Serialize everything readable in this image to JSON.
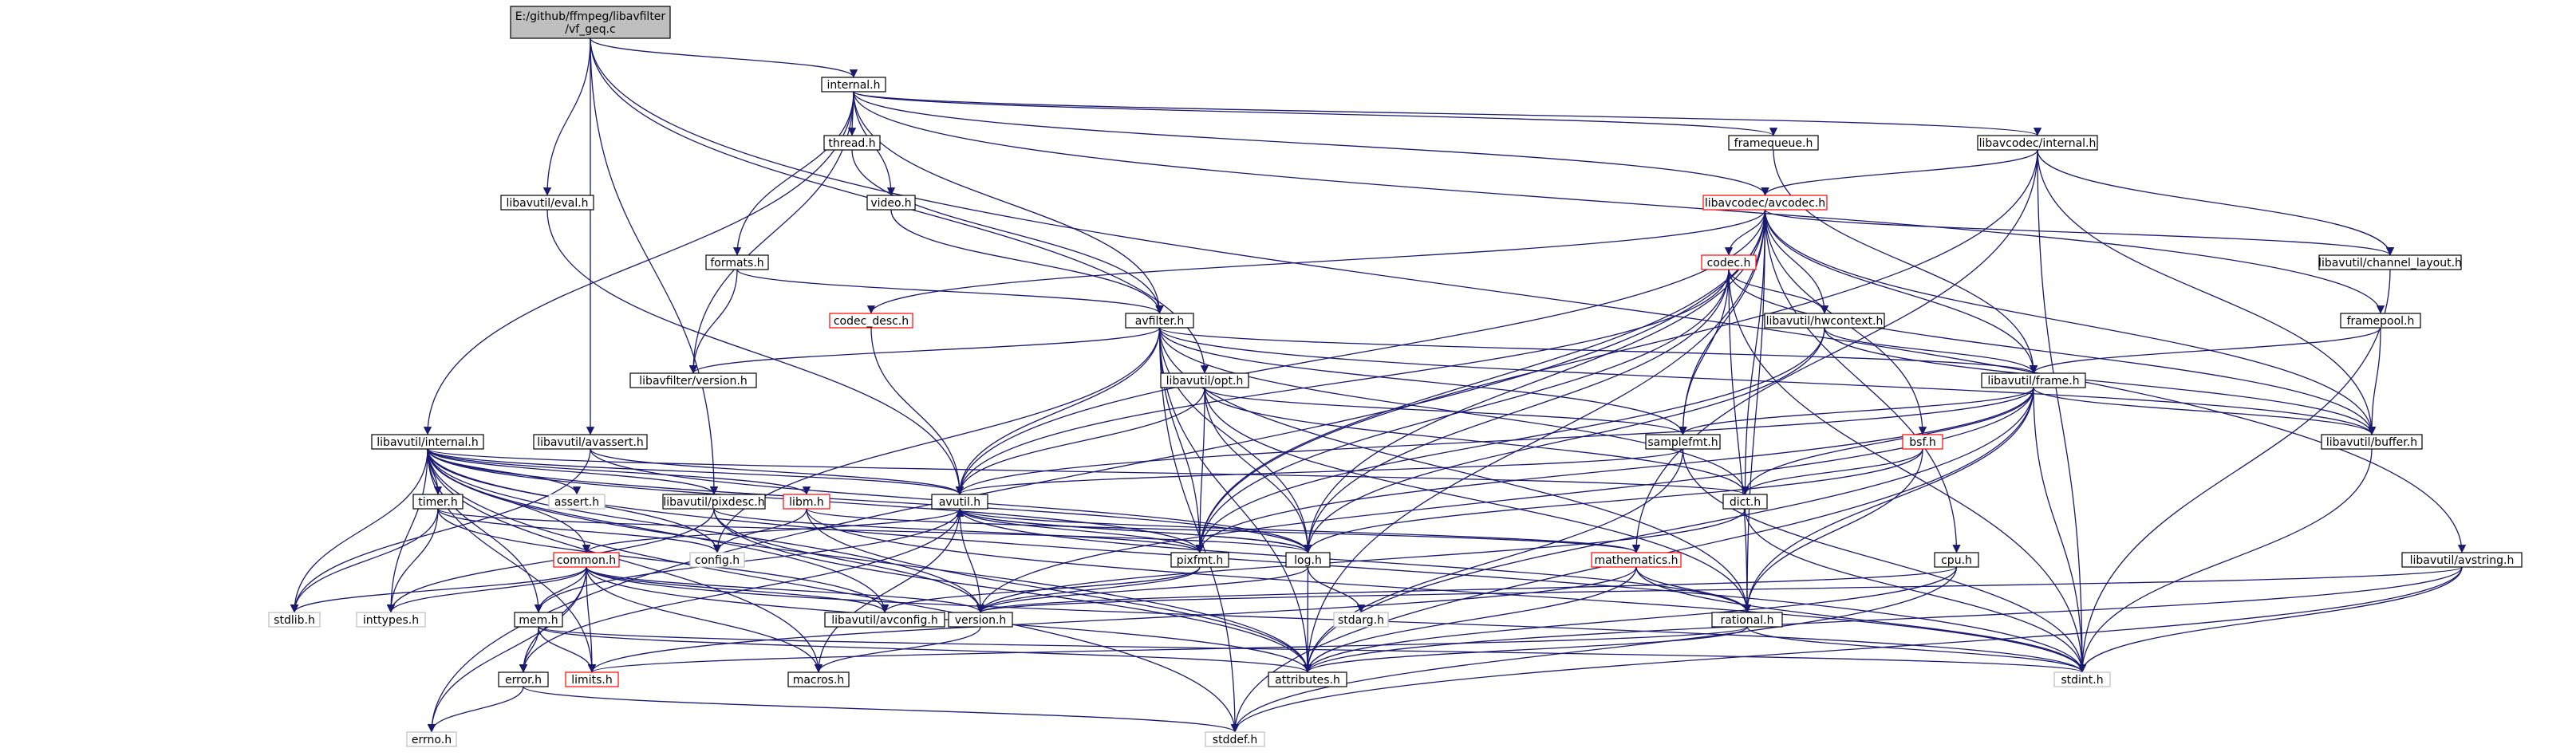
{
  "colors": {
    "edge": "#191970",
    "root_fill": "#bfbfbf",
    "box_normal": "#000000",
    "box_missing": "#ff0000",
    "box_external": "#bfbfbf",
    "label": "#000000"
  },
  "nodes": [
    {
      "id": "root",
      "lines": [
        "E:/github/ffmpeg/libavfilter",
        "/vf_geq.c"
      ],
      "kind": "root"
    },
    {
      "id": "internal_h",
      "lines": [
        "internal.h"
      ],
      "kind": "normal"
    },
    {
      "id": "thread_h",
      "lines": [
        "thread.h"
      ],
      "kind": "normal"
    },
    {
      "id": "video_h",
      "lines": [
        "video.h"
      ],
      "kind": "normal"
    },
    {
      "id": "formats_h",
      "lines": [
        "formats.h"
      ],
      "kind": "normal"
    },
    {
      "id": "libavutil_eval_h",
      "lines": [
        "libavutil/eval.h"
      ],
      "kind": "normal"
    },
    {
      "id": "framequeue_h",
      "lines": [
        "framequeue.h"
      ],
      "kind": "normal"
    },
    {
      "id": "libavcodec_internal_h",
      "lines": [
        "libavcodec/internal.h"
      ],
      "kind": "normal"
    },
    {
      "id": "libavcodec_avcodec_h",
      "lines": [
        "libavcodec/avcodec.h"
      ],
      "kind": "missing"
    },
    {
      "id": "codec_h",
      "lines": [
        "codec.h"
      ],
      "kind": "missing"
    },
    {
      "id": "codec_desc_h",
      "lines": [
        "codec_desc.h"
      ],
      "kind": "missing"
    },
    {
      "id": "avfilter_h",
      "lines": [
        "avfilter.h"
      ],
      "kind": "normal"
    },
    {
      "id": "libavutil_hwcontext_h",
      "lines": [
        "libavutil/hwcontext.h"
      ],
      "kind": "normal"
    },
    {
      "id": "libavutil_channel_layout_h",
      "lines": [
        "libavutil/channel_layout.h"
      ],
      "kind": "normal"
    },
    {
      "id": "framepool_h",
      "lines": [
        "framepool.h"
      ],
      "kind": "normal"
    },
    {
      "id": "libavfilter_version_h",
      "lines": [
        "libavfilter/version.h"
      ],
      "kind": "normal"
    },
    {
      "id": "libavutil_opt_h",
      "lines": [
        "libavutil/opt.h"
      ],
      "kind": "normal"
    },
    {
      "id": "libavutil_frame_h",
      "lines": [
        "libavutil/frame.h"
      ],
      "kind": "normal"
    },
    {
      "id": "libavutil_internal_h",
      "lines": [
        "libavutil/internal.h"
      ],
      "kind": "normal"
    },
    {
      "id": "libavutil_avassert_h",
      "lines": [
        "libavutil/avassert.h"
      ],
      "kind": "normal"
    },
    {
      "id": "samplefmt_h",
      "lines": [
        "samplefmt.h"
      ],
      "kind": "normal"
    },
    {
      "id": "bsf_h",
      "lines": [
        "bsf.h"
      ],
      "kind": "missing"
    },
    {
      "id": "libavutil_buffer_h",
      "lines": [
        "libavutil/buffer.h"
      ],
      "kind": "normal"
    },
    {
      "id": "timer_h",
      "lines": [
        "timer.h"
      ],
      "kind": "normal"
    },
    {
      "id": "assert_h",
      "lines": [
        "assert.h"
      ],
      "kind": "external"
    },
    {
      "id": "libavutil_pixdesc_h",
      "lines": [
        "libavutil/pixdesc.h"
      ],
      "kind": "normal"
    },
    {
      "id": "libm_h",
      "lines": [
        "libm.h"
      ],
      "kind": "missing"
    },
    {
      "id": "avutil_h",
      "lines": [
        "avutil.h"
      ],
      "kind": "normal"
    },
    {
      "id": "dict_h",
      "lines": [
        "dict.h"
      ],
      "kind": "normal"
    },
    {
      "id": "config_h",
      "lines": [
        "config.h"
      ],
      "kind": "external"
    },
    {
      "id": "pixfmt_h",
      "lines": [
        "pixfmt.h"
      ],
      "kind": "normal"
    },
    {
      "id": "log_h",
      "lines": [
        "log.h"
      ],
      "kind": "normal"
    },
    {
      "id": "mathematics_h",
      "lines": [
        "mathematics.h"
      ],
      "kind": "missing"
    },
    {
      "id": "cpu_h",
      "lines": [
        "cpu.h"
      ],
      "kind": "normal"
    },
    {
      "id": "libavutil_avstring_h",
      "lines": [
        "libavutil/avstring.h"
      ],
      "kind": "normal"
    },
    {
      "id": "common_h",
      "lines": [
        "common.h"
      ],
      "kind": "missing"
    },
    {
      "id": "stdlib_h",
      "lines": [
        "stdlib.h"
      ],
      "kind": "external"
    },
    {
      "id": "inttypes_h",
      "lines": [
        "inttypes.h"
      ],
      "kind": "external"
    },
    {
      "id": "libavutil_avconfig_h",
      "lines": [
        "libavutil/avconfig.h"
      ],
      "kind": "normal"
    },
    {
      "id": "version_h",
      "lines": [
        "version.h"
      ],
      "kind": "normal"
    },
    {
      "id": "stdarg_h",
      "lines": [
        "stdarg.h"
      ],
      "kind": "external"
    },
    {
      "id": "rational_h",
      "lines": [
        "rational.h"
      ],
      "kind": "normal"
    },
    {
      "id": "mem_h",
      "lines": [
        "mem.h"
      ],
      "kind": "normal"
    },
    {
      "id": "error_h",
      "lines": [
        "error.h"
      ],
      "kind": "normal"
    },
    {
      "id": "limits_h",
      "lines": [
        "limits.h"
      ],
      "kind": "missing"
    },
    {
      "id": "macros_h",
      "lines": [
        "macros.h"
      ],
      "kind": "normal"
    },
    {
      "id": "attributes_h",
      "lines": [
        "attributes.h"
      ],
      "kind": "normal"
    },
    {
      "id": "stdint_h",
      "lines": [
        "stdint.h"
      ],
      "kind": "external"
    },
    {
      "id": "errno_h",
      "lines": [
        "errno.h"
      ],
      "kind": "external"
    },
    {
      "id": "stddef_h",
      "lines": [
        "stddef.h"
      ],
      "kind": "external"
    }
  ],
  "edges": [
    [
      "root",
      "internal_h"
    ],
    [
      "root",
      "libavutil_eval_h"
    ],
    [
      "root",
      "libavutil_avassert_h"
    ],
    [
      "root",
      "libavutil_opt_h"
    ],
    [
      "root",
      "libavutil_pixdesc_h"
    ],
    [
      "root",
      "libavutil_avstring_h"
    ],
    [
      "internal_h",
      "thread_h"
    ],
    [
      "internal_h",
      "video_h"
    ],
    [
      "internal_h",
      "formats_h"
    ],
    [
      "internal_h",
      "framequeue_h"
    ],
    [
      "internal_h",
      "libavcodec_internal_h"
    ],
    [
      "internal_h",
      "libavcodec_avcodec_h"
    ],
    [
      "internal_h",
      "avfilter_h"
    ],
    [
      "internal_h",
      "libavfilter_version_h"
    ],
    [
      "internal_h",
      "libavutil_internal_h"
    ],
    [
      "internal_h",
      "framepool_h"
    ],
    [
      "thread_h",
      "avfilter_h"
    ],
    [
      "video_h",
      "avfilter_h"
    ],
    [
      "formats_h",
      "avfilter_h"
    ],
    [
      "formats_h",
      "libavfilter_version_h"
    ],
    [
      "libavutil_eval_h",
      "avutil_h"
    ],
    [
      "framequeue_h",
      "libavutil_frame_h"
    ],
    [
      "libavcodec_internal_h",
      "libavcodec_avcodec_h"
    ],
    [
      "libavcodec_internal_h",
      "libavutil_channel_layout_h"
    ],
    [
      "libavcodec_internal_h",
      "libavutil_buffer_h"
    ],
    [
      "libavcodec_internal_h",
      "mathematics_h"
    ],
    [
      "libavcodec_internal_h",
      "stdint_h"
    ],
    [
      "libavcodec_internal_h",
      "pixfmt_h"
    ],
    [
      "libavcodec_avcodec_h",
      "codec_h"
    ],
    [
      "libavcodec_avcodec_h",
      "codec_desc_h"
    ],
    [
      "libavcodec_avcodec_h",
      "libavutil_hwcontext_h"
    ],
    [
      "libavcodec_avcodec_h",
      "libavutil_channel_layout_h"
    ],
    [
      "libavcodec_avcodec_h",
      "libavutil_frame_h"
    ],
    [
      "libavcodec_avcodec_h",
      "libavutil_buffer_h"
    ],
    [
      "libavcodec_avcodec_h",
      "samplefmt_h"
    ],
    [
      "libavcodec_avcodec_h",
      "bsf_h"
    ],
    [
      "libavcodec_avcodec_h",
      "avutil_h"
    ],
    [
      "libavcodec_avcodec_h",
      "dict_h"
    ],
    [
      "libavcodec_avcodec_h",
      "pixfmt_h"
    ],
    [
      "libavcodec_avcodec_h",
      "log_h"
    ],
    [
      "libavcodec_avcodec_h",
      "rational_h"
    ],
    [
      "libavcodec_avcodec_h",
      "cpu_h"
    ],
    [
      "libavcodec_avcodec_h",
      "attributes_h"
    ],
    [
      "libavcodec_avcodec_h",
      "errno_h"
    ],
    [
      "codec_h",
      "libavutil_hwcontext_h"
    ],
    [
      "codec_h",
      "libavutil_buffer_h"
    ],
    [
      "codec_h",
      "samplefmt_h"
    ],
    [
      "codec_h",
      "avutil_h"
    ],
    [
      "codec_h",
      "pixfmt_h"
    ],
    [
      "codec_h",
      "log_h"
    ],
    [
      "codec_h",
      "rational_h"
    ],
    [
      "codec_h",
      "stdint_h"
    ],
    [
      "codec_desc_h",
      "avutil_h"
    ],
    [
      "avfilter_h",
      "libavfilter_version_h"
    ],
    [
      "avfilter_h",
      "libavutil_frame_h"
    ],
    [
      "avfilter_h",
      "samplefmt_h"
    ],
    [
      "avfilter_h",
      "avutil_h"
    ],
    [
      "avfilter_h",
      "dict_h"
    ],
    [
      "avfilter_h",
      "pixfmt_h"
    ],
    [
      "avfilter_h",
      "log_h"
    ],
    [
      "avfilter_h",
      "rational_h"
    ],
    [
      "avfilter_h",
      "attributes_h"
    ],
    [
      "avfilter_h",
      "libavutil_buffer_h"
    ],
    [
      "avfilter_h",
      "stddef_h"
    ],
    [
      "avfilter_h",
      "config_h"
    ],
    [
      "libavutil_hwcontext_h",
      "libavutil_frame_h"
    ],
    [
      "libavutil_hwcontext_h",
      "libavutil_buffer_h"
    ],
    [
      "libavutil_hwcontext_h",
      "log_h"
    ],
    [
      "libavutil_hwcontext_h",
      "pixfmt_h"
    ],
    [
      "libavutil_channel_layout_h",
      "stdint_h"
    ],
    [
      "framepool_h",
      "libavutil_frame_h"
    ],
    [
      "framepool_h",
      "libavutil_buffer_h"
    ],
    [
      "libavutil_opt_h",
      "samplefmt_h"
    ],
    [
      "libavutil_opt_h",
      "avutil_h"
    ],
    [
      "libavutil_opt_h",
      "dict_h"
    ],
    [
      "libavutil_opt_h",
      "pixfmt_h"
    ],
    [
      "libavutil_opt_h",
      "log_h"
    ],
    [
      "libavutil_opt_h",
      "rational_h"
    ],
    [
      "libavutil_frame_h",
      "libavutil_buffer_h"
    ],
    [
      "libavutil_frame_h",
      "samplefmt_h"
    ],
    [
      "libavutil_frame_h",
      "avutil_h"
    ],
    [
      "libavutil_frame_h",
      "dict_h"
    ],
    [
      "libavutil_frame_h",
      "pixfmt_h"
    ],
    [
      "libavutil_frame_h",
      "rational_h"
    ],
    [
      "libavutil_frame_h",
      "version_h"
    ],
    [
      "libavutil_frame_h",
      "stdint_h"
    ],
    [
      "libavutil_frame_h",
      "stddef_h"
    ],
    [
      "libavutil_frame_h",
      "attributes_h"
    ],
    [
      "libavutil_internal_h",
      "timer_h"
    ],
    [
      "libavutil_internal_h",
      "assert_h"
    ],
    [
      "libavutil_internal_h",
      "libavutil_pixdesc_h"
    ],
    [
      "libavutil_internal_h",
      "libm_h"
    ],
    [
      "libavutil_internal_h",
      "avutil_h"
    ],
    [
      "libavutil_internal_h",
      "dict_h"
    ],
    [
      "libavutil_internal_h",
      "config_h"
    ],
    [
      "libavutil_internal_h",
      "pixfmt_h"
    ],
    [
      "libavutil_internal_h",
      "log_h"
    ],
    [
      "libavutil_internal_h",
      "stdlib_h"
    ],
    [
      "libavutil_internal_h",
      "inttypes_h"
    ],
    [
      "libavutil_internal_h",
      "libavutil_avconfig_h"
    ],
    [
      "libavutil_internal_h",
      "version_h"
    ],
    [
      "libavutil_internal_h",
      "mem_h"
    ],
    [
      "libavutil_internal_h",
      "limits_h"
    ],
    [
      "libavutil_internal_h",
      "macros_h"
    ],
    [
      "libavutil_internal_h",
      "attributes_h"
    ],
    [
      "libavutil_internal_h",
      "stdint_h"
    ],
    [
      "libavutil_internal_h",
      "stddef_h"
    ],
    [
      "libavutil_internal_h",
      "common_h"
    ],
    [
      "libavutil_avassert_h",
      "avutil_h"
    ],
    [
      "libavutil_avassert_h",
      "log_h"
    ],
    [
      "libavutil_avassert_h",
      "stdlib_h"
    ],
    [
      "samplefmt_h",
      "avutil_h"
    ],
    [
      "samplefmt_h",
      "attributes_h"
    ],
    [
      "samplefmt_h",
      "stdint_h"
    ],
    [
      "bsf_h",
      "dict_h"
    ],
    [
      "bsf_h",
      "log_h"
    ],
    [
      "bsf_h",
      "rational_h"
    ],
    [
      "libavutil_buffer_h",
      "stdint_h"
    ],
    [
      "timer_h",
      "config_h"
    ],
    [
      "timer_h",
      "log_h"
    ],
    [
      "timer_h",
      "stdlib_h"
    ],
    [
      "timer_h",
      "inttypes_h"
    ],
    [
      "timer_h",
      "libavutil_avconfig_h"
    ],
    [
      "libavutil_pixdesc_h",
      "pixfmt_h"
    ],
    [
      "libavutil_pixdesc_h",
      "version_h"
    ],
    [
      "libavutil_pixdesc_h",
      "attributes_h"
    ],
    [
      "libavutil_pixdesc_h",
      "inttypes_h"
    ],
    [
      "libm_h",
      "config_h"
    ],
    [
      "libm_h",
      "attributes_h"
    ],
    [
      "libm_h",
      "mathematics_h"
    ],
    [
      "libm_h",
      "stdint_h"
    ],
    [
      "avutil_h",
      "common_h"
    ],
    [
      "avutil_h",
      "error_h"
    ],
    [
      "avutil_h",
      "version_h"
    ],
    [
      "avutil_h",
      "macros_h"
    ],
    [
      "avutil_h",
      "mathematics_h"
    ],
    [
      "avutil_h",
      "rational_h"
    ],
    [
      "avutil_h",
      "pixfmt_h"
    ],
    [
      "avutil_h",
      "log_h"
    ],
    [
      "dict_h",
      "stdint_h"
    ],
    [
      "dict_h",
      "version_h"
    ],
    [
      "pixfmt_h",
      "libavutil_avconfig_h"
    ],
    [
      "pixfmt_h",
      "version_h"
    ],
    [
      "log_h",
      "stdarg_h"
    ],
    [
      "log_h",
      "attributes_h"
    ],
    [
      "log_h",
      "version_h"
    ],
    [
      "log_h",
      "avutil_h"
    ],
    [
      "mathematics_h",
      "stdint_h"
    ],
    [
      "mathematics_h",
      "attributes_h"
    ],
    [
      "mathematics_h",
      "rational_h"
    ],
    [
      "mathematics_h",
      "limits_h"
    ],
    [
      "cpu_h",
      "attributes_h"
    ],
    [
      "cpu_h",
      "stddef_h"
    ],
    [
      "cpu_h",
      "version_h"
    ],
    [
      "libavutil_avstring_h",
      "stddef_h"
    ],
    [
      "libavutil_avstring_h",
      "stdint_h"
    ],
    [
      "libavutil_avstring_h",
      "attributes_h"
    ],
    [
      "libavutil_avstring_h",
      "version_h"
    ],
    [
      "common_h",
      "errno_h"
    ],
    [
      "common_h",
      "inttypes_h"
    ],
    [
      "common_h",
      "limits_h"
    ],
    [
      "common_h",
      "stdint_h"
    ],
    [
      "common_h",
      "stdlib_h"
    ],
    [
      "common_h",
      "attributes_h"
    ],
    [
      "common_h",
      "macros_h"
    ],
    [
      "common_h",
      "version_h"
    ],
    [
      "common_h",
      "libavutil_avconfig_h"
    ],
    [
      "common_h",
      "mem_h"
    ],
    [
      "common_h",
      "error_h"
    ],
    [
      "rational_h",
      "attributes_h"
    ],
    [
      "rational_h",
      "stdint_h"
    ],
    [
      "rational_h",
      "limits_h"
    ],
    [
      "mem_h",
      "attributes_h"
    ],
    [
      "mem_h",
      "error_h"
    ],
    [
      "mem_h",
      "limits_h"
    ],
    [
      "mem_h",
      "stdint_h"
    ],
    [
      "mem_h",
      "avutil_h"
    ],
    [
      "error_h",
      "errno_h"
    ],
    [
      "error_h",
      "stddef_h"
    ],
    [
      "version_h",
      "macros_h"
    ]
  ]
}
